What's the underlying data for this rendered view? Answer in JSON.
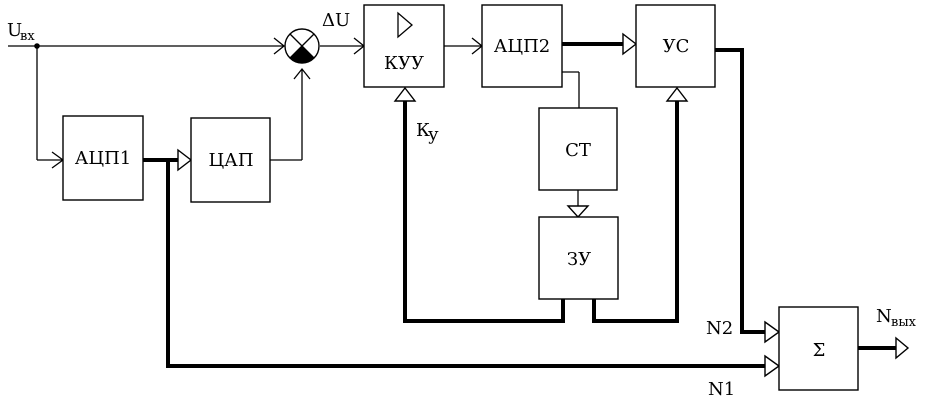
{
  "blocks": {
    "adc1": "АЦП1",
    "dac": "ЦАП",
    "kuu": "КУУ",
    "adc2": "АЦП2",
    "us": "УС",
    "st": "СТ",
    "zu": "ЗУ",
    "sum": "Σ"
  },
  "labels": {
    "input_main": "U",
    "input_sub": "вх",
    "delta_u": "ΔU",
    "gain_main": "К",
    "gain_sub": "у",
    "n2": "N2",
    "n1": "N1",
    "output_main": "N",
    "output_sub": "вых"
  }
}
